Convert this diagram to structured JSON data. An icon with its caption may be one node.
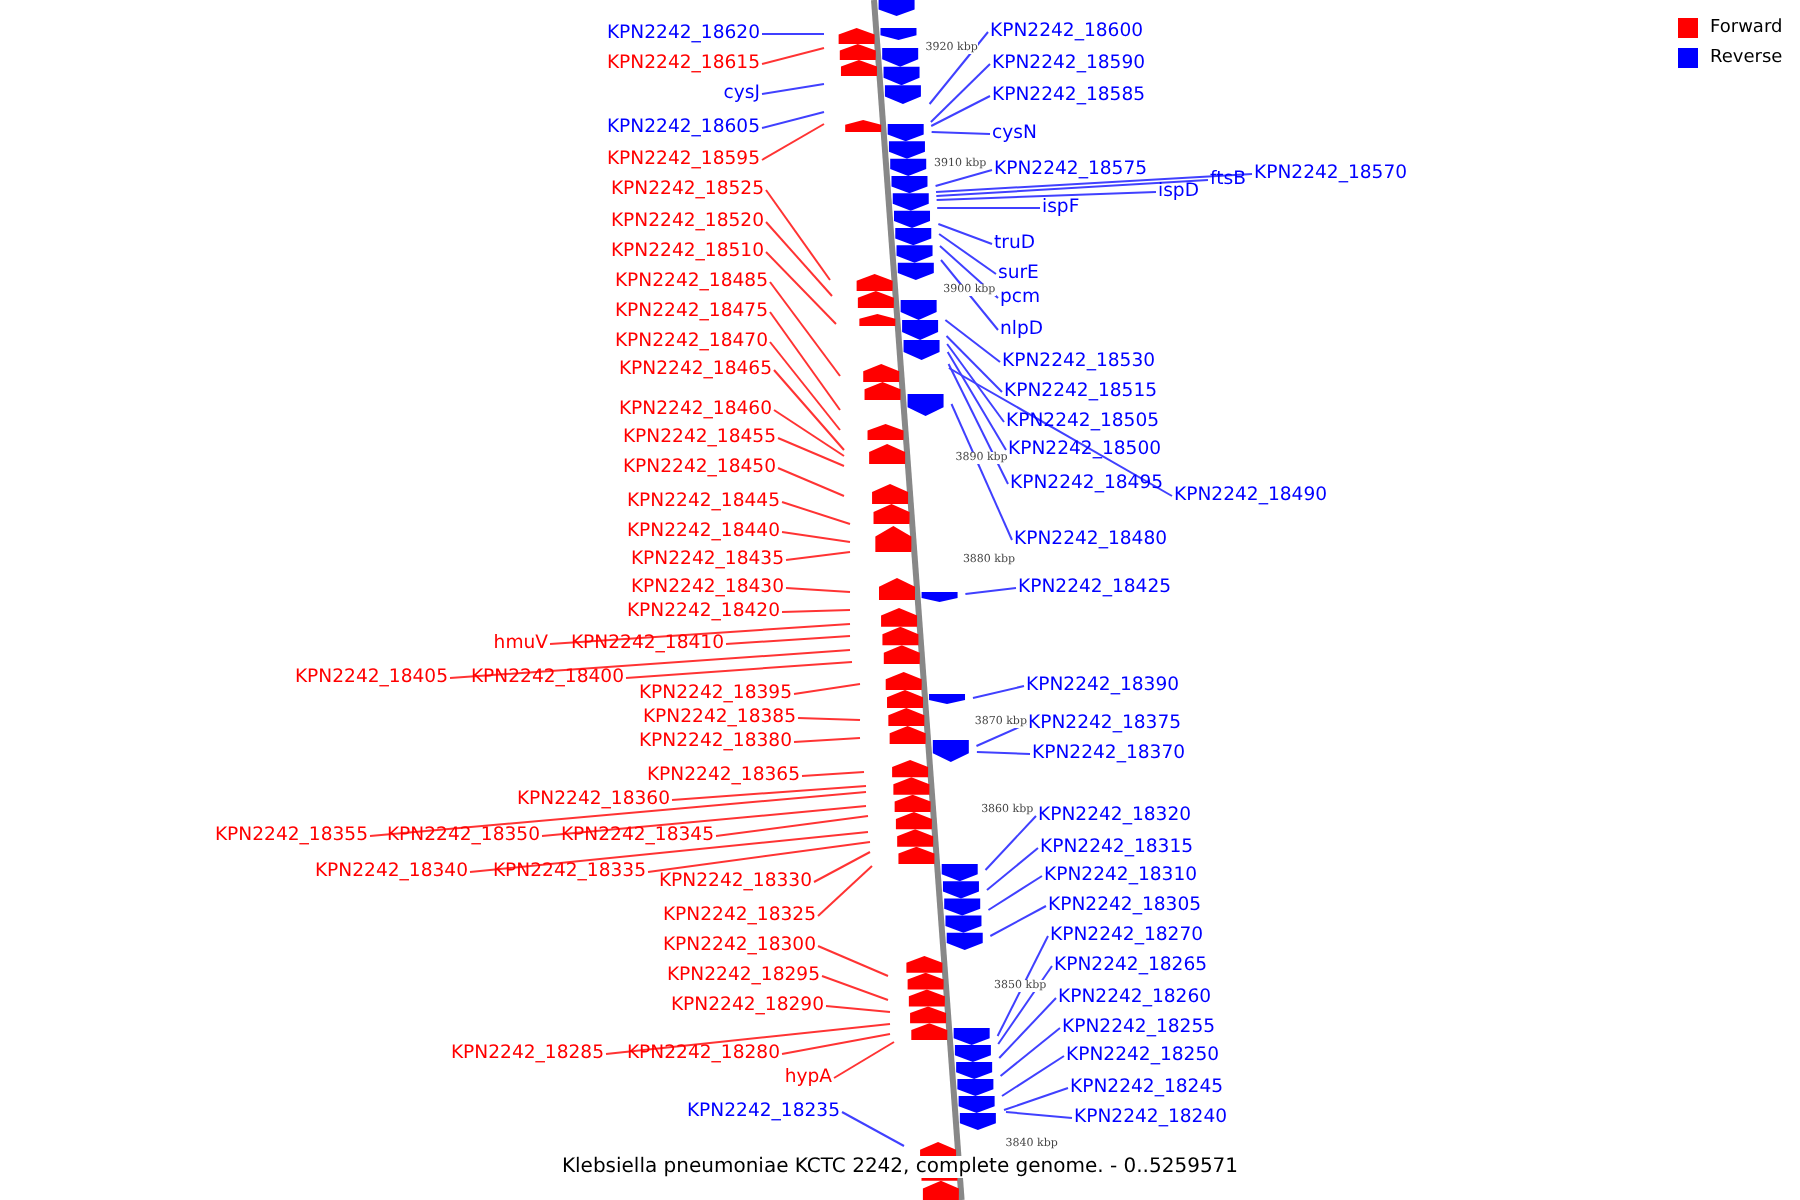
{
  "diagram": {
    "caption": "Klebsiella pneumoniae KCTC 2242, complete genome. - 0..5259571",
    "nodes": [
      {
        "text": [
          "KPN2242_18620"
        ]
      },
      {
        "text": [
          "KPN2242_18615"
        ]
      },
      {
        "text": [
          "cysJ"
        ]
      },
      {
        "text": [
          "KPN2242_18605"
        ]
      },
      {
        "text": [
          "KPN2242_18595"
        ]
      },
      {
        "text": [
          "KPN2242_18525"
        ]
      },
      {
        "text": [
          "KPN2242_18520"
        ]
      },
      {
        "text": [
          "KPN2242_18510"
        ]
      },
      {
        "text": [
          "KPN2242_18485"
        ]
      },
      {
        "text": [
          "KPN2242_18475"
        ]
      },
      {
        "text": [
          "KPN2242_18470"
        ]
      },
      {
        "text": [
          "KPN2242_18465"
        ]
      },
      {
        "text": [
          "KPN2242_18460"
        ]
      },
      {
        "text": [
          "KPN2242_18455"
        ]
      },
      {
        "text": [
          "KPN2242_18450"
        ]
      },
      {
        "text": [
          "KPN2242_18445"
        ]
      },
      {
        "text": [
          "KPN2242_18440"
        ]
      },
      {
        "text": [
          "KPN2242_18435"
        ]
      },
      {
        "text": [
          "KPN2242_18430"
        ]
      },
      {
        "text": [
          "KPN2242_18420"
        ]
      },
      {
        "text": [
          "hmuV"
        ]
      },
      {
        "text": [
          "KPN2242_18410"
        ]
      },
      {
        "text": [
          "KPN2242_18405"
        ]
      },
      {
        "text": [
          "KPN2242_18400"
        ]
      },
      {
        "text": [
          "KPN2242_18395"
        ]
      },
      {
        "text": [
          "KPN2242_18385"
        ]
      },
      {
        "text": [
          "KPN2242_18380"
        ]
      },
      {
        "text": [
          "KPN2242_18365"
        ]
      },
      {
        "text": [
          "KPN2242_18360"
        ]
      },
      {
        "text": [
          "KPN2242_18355"
        ]
      },
      {
        "text": [
          "KPN2242_18350"
        ]
      },
      {
        "text": [
          "KPN2242_18345"
        ]
      },
      {
        "text": [
          "KPN2242_18340"
        ]
      },
      {
        "text": [
          "KPN2242_18335"
        ]
      },
      {
        "text": [
          "KPN2242_18330"
        ]
      },
      {
        "text": [
          "KPN2242_18325"
        ]
      },
      {
        "text": [
          "KPN2242_18300"
        ]
      },
      {
        "text": [
          "KPN2242_18295"
        ]
      },
      {
        "text": [
          "KPN2242_18290"
        ]
      },
      {
        "text": [
          "KPN2242_18285"
        ]
      },
      {
        "text": [
          "KPN2242_18280"
        ]
      },
      {
        "text": [
          "hypA"
        ]
      },
      {
        "text": [
          "KPN2242_18235"
        ]
      },
      {
        "text": [
          "KPN2242_18600"
        ]
      },
      {
        "text": [
          "KPN2242_18590"
        ]
      },
      {
        "text": [
          "KPN2242_18585"
        ]
      },
      {
        "text": [
          "cysN"
        ]
      },
      {
        "text": [
          "KPN2242_18575"
        ]
      },
      {
        "text": [
          "KPN2242_18570"
        ]
      },
      {
        "text": [
          "ftsB"
        ]
      },
      {
        "text": [
          "ispD"
        ]
      },
      {
        "text": [
          "ispF"
        ]
      },
      {
        "text": [
          "truD"
        ]
      },
      {
        "text": [
          "surE"
        ]
      },
      {
        "text": [
          "pcm"
        ]
      },
      {
        "text": [
          "nlpD"
        ]
      },
      {
        "text": [
          "KPN2242_18530"
        ]
      },
      {
        "text": [
          "KPN2242_18515"
        ]
      },
      {
        "text": [
          "KPN2242_18505"
        ]
      },
      {
        "text": [
          "KPN2242_18500"
        ]
      },
      {
        "text": [
          "KPN2242_18495"
        ]
      },
      {
        "text": [
          "KPN2242_18490"
        ]
      },
      {
        "text": [
          "KPN2242_18480"
        ]
      },
      {
        "text": [
          "KPN2242_18425"
        ]
      },
      {
        "text": [
          "KPN2242_18390"
        ]
      },
      {
        "text": [
          "KPN2242_18375"
        ]
      },
      {
        "text": [
          "KPN2242_18370"
        ]
      },
      {
        "text": [
          "KPN2242_18320"
        ]
      },
      {
        "text": [
          "KPN2242_18315"
        ]
      },
      {
        "text": [
          "KPN2242_18310"
        ]
      },
      {
        "text": [
          "KPN2242_18305"
        ]
      },
      {
        "text": [
          "KPN2242_18270"
        ]
      },
      {
        "text": [
          "KPN2242_18265"
        ]
      },
      {
        "text": [
          "KPN2242_18260"
        ]
      },
      {
        "text": [
          "KPN2242_18255"
        ]
      },
      {
        "text": [
          "KPN2242_18250"
        ]
      },
      {
        "text": [
          "KPN2242_18245"
        ]
      },
      {
        "text": [
          "KPN2242_18240"
        ]
      }
    ],
    "edges": [
      {
        "from": 0,
        "to": null,
        "arrow": "none",
        "color": "#4040ff"
      },
      {
        "from": 1,
        "to": null,
        "arrow": "none",
        "color": "#ff3333"
      },
      {
        "from": 2,
        "to": null,
        "arrow": "none",
        "color": "#4040ff"
      },
      {
        "from": 3,
        "to": null,
        "arrow": "none",
        "color": "#4040ff"
      },
      {
        "from": 4,
        "to": null,
        "arrow": "none",
        "color": "#ff3333"
      },
      {
        "from": 5,
        "to": null,
        "arrow": "none",
        "color": "#ff3333"
      },
      {
        "from": 6,
        "to": null,
        "arrow": "none",
        "color": "#ff3333"
      },
      {
        "from": 7,
        "to": null,
        "arrow": "none",
        "color": "#ff3333"
      },
      {
        "from": 8,
        "to": null,
        "arrow": "none",
        "color": "#ff3333"
      },
      {
        "from": 9,
        "to": null,
        "arrow": "none",
        "color": "#ff3333"
      },
      {
        "from": 10,
        "to": null,
        "arrow": "none",
        "color": "#ff3333"
      },
      {
        "from": 11,
        "to": null,
        "arrow": "none",
        "color": "#ff3333"
      },
      {
        "from": 12,
        "to": null,
        "arrow": "none",
        "color": "#ff3333"
      },
      {
        "from": 13,
        "to": null,
        "arrow": "none",
        "color": "#ff3333"
      },
      {
        "from": 14,
        "to": null,
        "arrow": "none",
        "color": "#ff3333"
      },
      {
        "from": 15,
        "to": null,
        "arrow": "none",
        "color": "#ff3333"
      },
      {
        "from": 16,
        "to": null,
        "arrow": "none",
        "color": "#ff3333"
      },
      {
        "from": 17,
        "to": null,
        "arrow": "none",
        "color": "#ff3333"
      },
      {
        "from": 18,
        "to": null,
        "arrow": "none",
        "color": "#ff3333"
      },
      {
        "from": 19,
        "to": null,
        "arrow": "none",
        "color": "#ff3333"
      },
      {
        "from": 20,
        "to": null,
        "arrow": "none",
        "color": "#ff3333"
      },
      {
        "from": 21,
        "to": null,
        "arrow": "none",
        "color": "#ff3333"
      },
      {
        "from": 22,
        "to": null,
        "arrow": "none",
        "color": "#ff3333"
      },
      {
        "from": 23,
        "to": null,
        "arrow": "none",
        "color": "#ff3333"
      },
      {
        "from": 24,
        "to": null,
        "arrow": "none",
        "color": "#ff3333"
      },
      {
        "from": 25,
        "to": null,
        "arrow": "none",
        "color": "#ff3333"
      },
      {
        "from": 26,
        "to": null,
        "arrow": "none",
        "color": "#ff3333"
      },
      {
        "from": 27,
        "to": null,
        "arrow": "none",
        "color": "#ff3333"
      },
      {
        "from": 28,
        "to": null,
        "arrow": "none",
        "color": "#ff3333"
      },
      {
        "from": 29,
        "to": null,
        "arrow": "none",
        "color": "#ff3333"
      },
      {
        "from": 30,
        "to": null,
        "arrow": "none",
        "color": "#ff3333"
      },
      {
        "from": 31,
        "to": null,
        "arrow": "none",
        "color": "#ff3333"
      },
      {
        "from": 32,
        "to": null,
        "arrow": "none",
        "color": "#ff3333"
      },
      {
        "from": 33,
        "to": null,
        "arrow": "none",
        "color": "#ff3333"
      },
      {
        "from": 34,
        "to": null,
        "arrow": "none",
        "color": "#ff3333"
      },
      {
        "from": 35,
        "to": null,
        "arrow": "none",
        "color": "#ff3333"
      },
      {
        "from": 36,
        "to": null,
        "arrow": "none",
        "color": "#ff3333"
      },
      {
        "from": 37,
        "to": null,
        "arrow": "none",
        "color": "#ff3333"
      },
      {
        "from": 38,
        "to": null,
        "arrow": "none",
        "color": "#ff3333"
      },
      {
        "from": 39,
        "to": null,
        "arrow": "none",
        "color": "#ff3333"
      },
      {
        "from": 40,
        "to": null,
        "arrow": "none",
        "color": "#ff3333"
      },
      {
        "from": 41,
        "to": null,
        "arrow": "none",
        "color": "#ff3333"
      },
      {
        "from": 42,
        "to": null,
        "arrow": "none",
        "color": "#4040ff"
      },
      {
        "from": 43,
        "to": null,
        "arrow": "none",
        "color": "#4040ff"
      },
      {
        "from": 44,
        "to": null,
        "arrow": "none",
        "color": "#4040ff"
      },
      {
        "from": 45,
        "to": null,
        "arrow": "none",
        "color": "#4040ff"
      },
      {
        "from": 46,
        "to": null,
        "arrow": "none",
        "color": "#4040ff"
      },
      {
        "from": 47,
        "to": null,
        "arrow": "none",
        "color": "#4040ff"
      },
      {
        "from": 48,
        "to": null,
        "arrow": "none",
        "color": "#4040ff"
      },
      {
        "from": 49,
        "to": null,
        "arrow": "none",
        "color": "#4040ff"
      },
      {
        "from": 50,
        "to": null,
        "arrow": "none",
        "color": "#4040ff"
      },
      {
        "from": 51,
        "to": null,
        "arrow": "none",
        "color": "#4040ff"
      },
      {
        "from": 52,
        "to": null,
        "arrow": "none",
        "color": "#4040ff"
      },
      {
        "from": 53,
        "to": null,
        "arrow": "none",
        "color": "#4040ff"
      },
      {
        "from": 54,
        "to": null,
        "arrow": "none",
        "color": "#4040ff"
      },
      {
        "from": 55,
        "to": null,
        "arrow": "none",
        "color": "#4040ff"
      },
      {
        "from": 56,
        "to": null,
        "arrow": "none",
        "color": "#4040ff"
      },
      {
        "from": 57,
        "to": null,
        "arrow": "none",
        "color": "#4040ff"
      },
      {
        "from": 58,
        "to": null,
        "arrow": "none",
        "color": "#4040ff"
      },
      {
        "from": 59,
        "to": null,
        "arrow": "none",
        "color": "#4040ff"
      },
      {
        "from": 60,
        "to": null,
        "arrow": "none",
        "color": "#4040ff"
      },
      {
        "from": 61,
        "to": null,
        "arrow": "none",
        "color": "#4040ff"
      },
      {
        "from": 62,
        "to": null,
        "arrow": "none",
        "color": "#4040ff"
      },
      {
        "from": 63,
        "to": null,
        "arrow": "none",
        "color": "#4040ff"
      },
      {
        "from": 64,
        "to": null,
        "arrow": "none",
        "color": "#4040ff"
      },
      {
        "from": 65,
        "to": null,
        "arrow": "none",
        "color": "#4040ff"
      },
      {
        "from": 66,
        "to": null,
        "arrow": "none",
        "color": "#4040ff"
      },
      {
        "from": 67,
        "to": null,
        "arrow": "none",
        "color": "#4040ff"
      },
      {
        "from": 68,
        "to": null,
        "arrow": "none",
        "color": "#4040ff"
      },
      {
        "from": 69,
        "to": null,
        "arrow": "none",
        "color": "#4040ff"
      },
      {
        "from": 70,
        "to": null,
        "arrow": "none",
        "color": "#4040ff"
      },
      {
        "from": 71,
        "to": null,
        "arrow": "none",
        "color": "#4040ff"
      },
      {
        "from": 72,
        "to": null,
        "arrow": "none",
        "color": "#4040ff"
      },
      {
        "from": 73,
        "to": null,
        "arrow": "none",
        "color": "#4040ff"
      },
      {
        "from": 74,
        "to": null,
        "arrow": "none",
        "color": "#4040ff"
      },
      {
        "from": 75,
        "to": null,
        "arrow": "none",
        "color": "#4040ff"
      },
      {
        "from": 76,
        "to": null,
        "arrow": "none",
        "color": "#4040ff"
      },
      {
        "from": 77,
        "to": null,
        "arrow": "none",
        "color": "#4040ff"
      }
    ],
    "labels": [
      "3920 kbp",
      "3910 kbp",
      "3900 kbp",
      "3890 kbp",
      "3880 kbp",
      "3870 kbp",
      "3860 kbp",
      "3850 kbp",
      "3840 kbp"
    ],
    "legend": [
      {
        "text": "Forward",
        "color": "#ff0000"
      },
      {
        "text": "Reverse",
        "color": "#0000ff"
      }
    ]
  }
}
